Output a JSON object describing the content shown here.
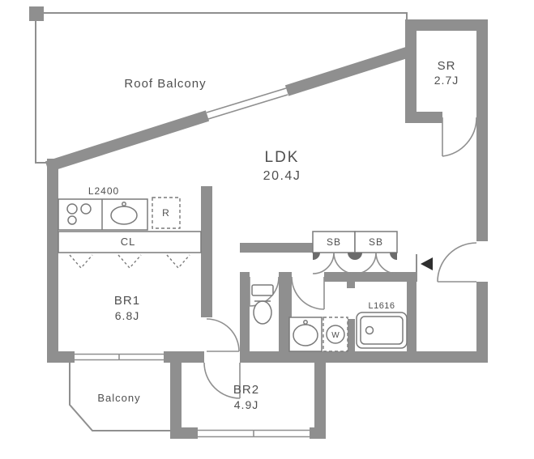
{
  "labels": {
    "roof_balcony": "Roof Balcony",
    "sr_name": "SR",
    "sr_size": "2.7J",
    "ldk_name": "LDK",
    "ldk_size": "20.4J",
    "kitchen_counter": "L2400",
    "refrigerator": "R",
    "closet": "CL",
    "br1_name": "BR1",
    "br1_size": "6.8J",
    "sb_left": "SB",
    "sb_right": "SB",
    "washer": "W",
    "bathtub": "L1616",
    "balcony": "Balcony",
    "br2_name": "BR2",
    "br2_size": "4.9J"
  },
  "colors": {
    "wall": "#8f8f8f",
    "thin_line": "#8f8f8f",
    "fixture_line": "#7a7a7a",
    "text": "#4f4f4f",
    "entrance_marker": "#2e2e2e",
    "background": "#ffffff"
  }
}
